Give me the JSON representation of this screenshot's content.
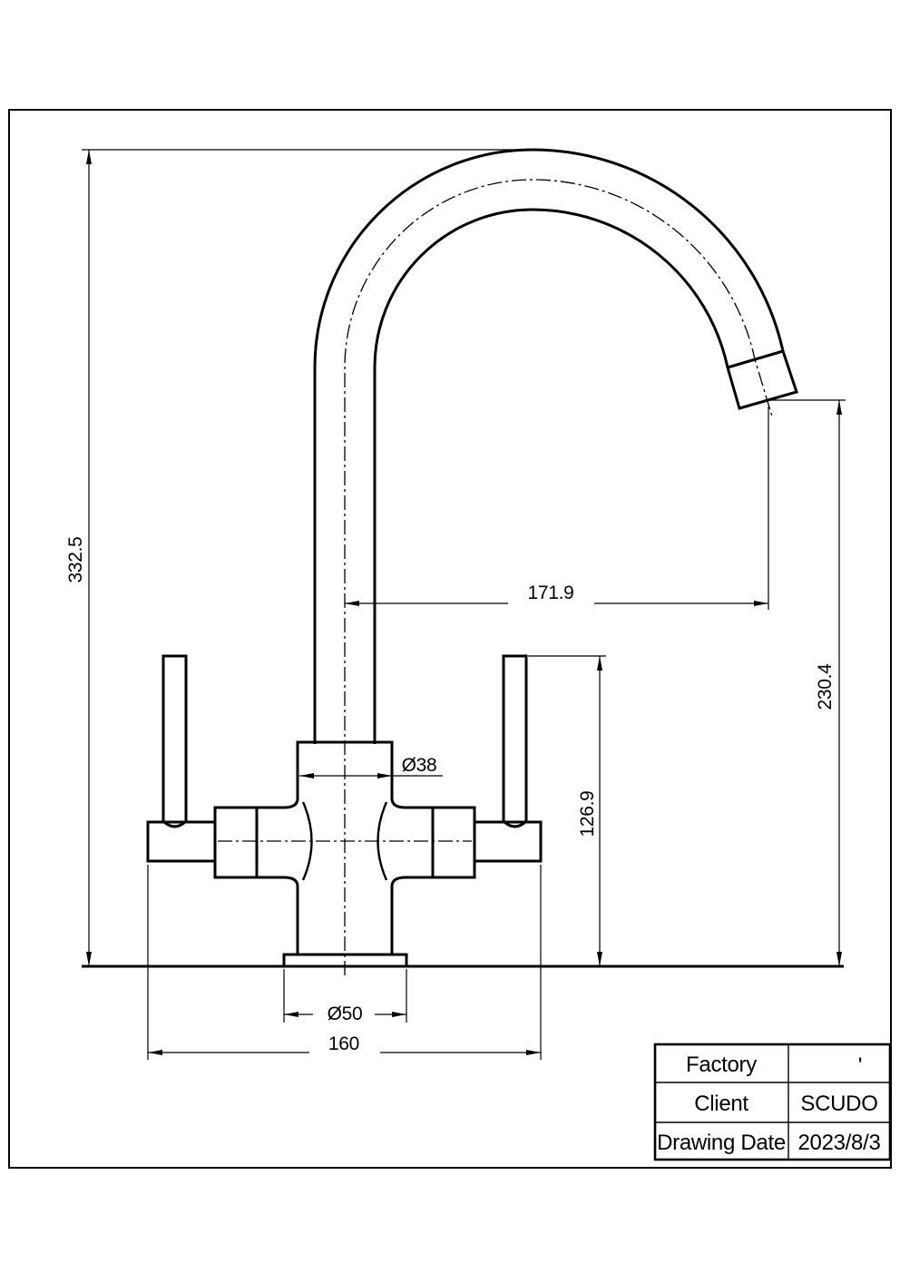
{
  "drawing": {
    "subject": "kitchen-mixer-tap-elevation",
    "dimensions": {
      "overall_height": "332.5",
      "spout_reach": "171.9",
      "outlet_height": "230.4",
      "handle_height": "126.9",
      "body_diameter": "Ø38",
      "base_diameter": "Ø50",
      "overall_width": "160"
    }
  },
  "title_block": {
    "rows": [
      {
        "label": "Factory",
        "value": "'"
      },
      {
        "label": "Client",
        "value": "SCUDO"
      },
      {
        "label": "Drawing Date",
        "value": "2023/8/3"
      }
    ]
  },
  "colors": {
    "line": "#000000",
    "background": "#ffffff"
  }
}
